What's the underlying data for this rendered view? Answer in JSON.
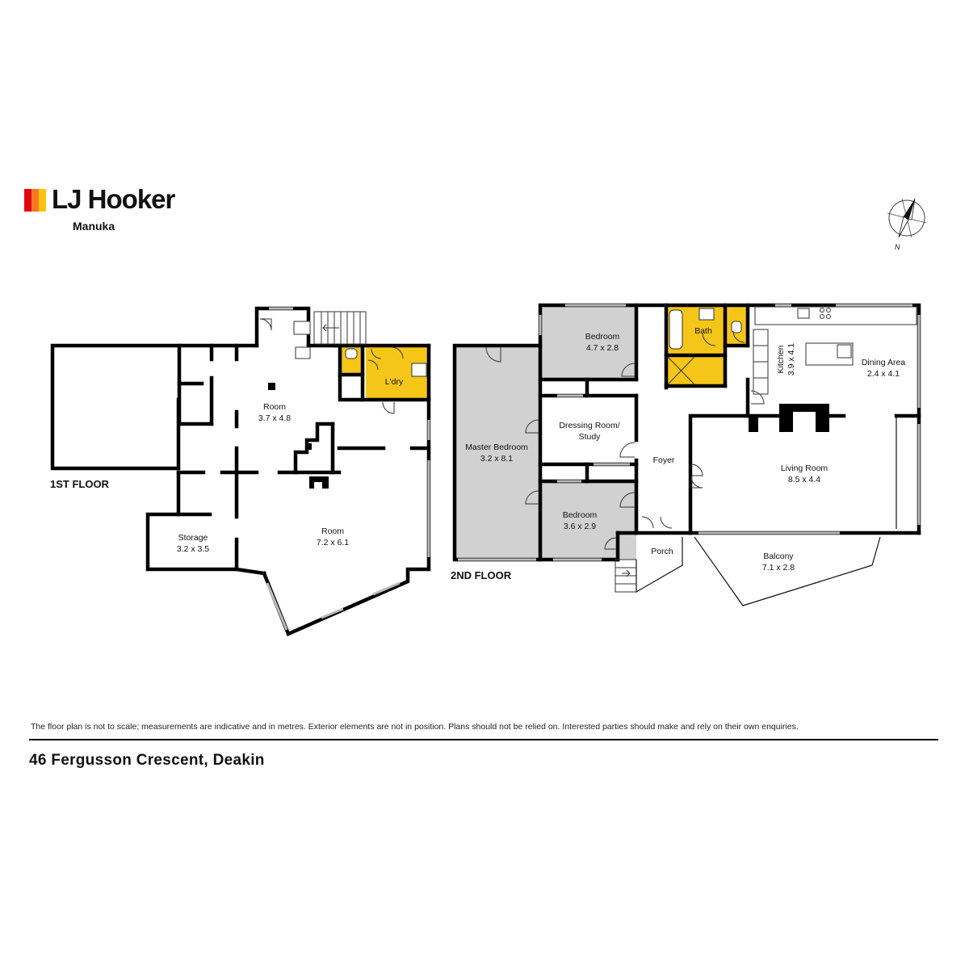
{
  "brand": {
    "name": "LJ Hooker",
    "office": "Manuka",
    "bar_colors": [
      "#e30613",
      "#f47a20",
      "#ffc20e"
    ]
  },
  "compass": {
    "north_label": "N"
  },
  "colors": {
    "wall": "#000000",
    "wet_area": "#f5c518",
    "bedroom_fill": "#d1d1d1",
    "window": "#c8c8c8"
  },
  "floors": [
    {
      "label": "1ST FLOOR",
      "rooms": [
        {
          "name": "Room",
          "size": "3.7 x 4.8"
        },
        {
          "name": "L'dry",
          "size": ""
        },
        {
          "name": "Room",
          "size": "7.2 x 6.1"
        },
        {
          "name": "Storage",
          "size": "3.2 x 3.5"
        }
      ]
    },
    {
      "label": "2ND FLOOR",
      "rooms": [
        {
          "name": "Bedroom",
          "size": "4.7 x 2.8"
        },
        {
          "name": "Bath",
          "size": ""
        },
        {
          "name": "Kitchen",
          "size": "3.9 x 4.1"
        },
        {
          "name": "Dining Area",
          "size": "2.4 x 4.1"
        },
        {
          "name": "Master Bedroom",
          "size": "3.2 x 8.1"
        },
        {
          "name": "Dressing Room/",
          "size": "Study"
        },
        {
          "name": "Foyer",
          "size": ""
        },
        {
          "name": "Living Room",
          "size": "8.5 x 4.4"
        },
        {
          "name": "Bedroom",
          "size": "3.6 x 2.9"
        },
        {
          "name": "Porch",
          "size": ""
        },
        {
          "name": "Balcony",
          "size": "7.1 x 2.8"
        }
      ]
    }
  ],
  "footer": {
    "disclaimer": "The floor plan is not to scale; measurements are indicative and in metres. Exterior elements are not in position. Plans should not be relied on. Interested parties should make and rely on their own enquiries.",
    "address": "46 Fergusson Crescent, Deakin"
  }
}
